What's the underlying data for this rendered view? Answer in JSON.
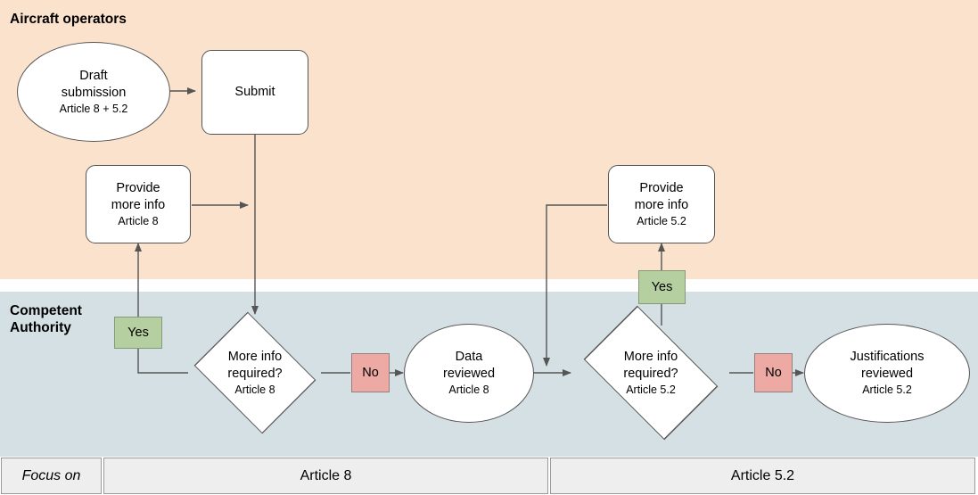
{
  "bands": {
    "operators": {
      "title": "Aircraft operators",
      "color": "#fbe2cc"
    },
    "authority": {
      "title": "Competent\nAuthority",
      "color": "#d4e0e3"
    }
  },
  "nodes": {
    "draft_submission": {
      "line1": "Draft",
      "line2": "submission",
      "sub": "Article 8 + 5.2",
      "shape": "ellipse"
    },
    "submit": {
      "line1": "Submit",
      "line2": "",
      "sub": "",
      "shape": "rounded-rect"
    },
    "provide_more_info_a8": {
      "line1": "Provide",
      "line2": "more info",
      "sub": "Article 8",
      "shape": "rounded-rect"
    },
    "provide_more_info_a52": {
      "line1": "Provide",
      "line2": "more info",
      "sub": "Article 5.2",
      "shape": "rounded-rect"
    },
    "decision_a8": {
      "line1": "More info",
      "line2": "required?",
      "sub": "Article 8",
      "shape": "diamond"
    },
    "decision_a52": {
      "line1": "More info",
      "line2": "required?",
      "sub": "Article 5.2",
      "shape": "diamond"
    },
    "data_reviewed": {
      "line1": "Data",
      "line2": "reviewed",
      "sub": "Article 8",
      "shape": "ellipse"
    },
    "justifications_reviewed": {
      "line1": "Justifications",
      "line2": "reviewed",
      "sub": "Article 5.2",
      "shape": "ellipse"
    }
  },
  "chips": {
    "yes_a8": {
      "label": "Yes",
      "color": "#b5cfa0"
    },
    "no_a8": {
      "label": "No",
      "color": "#eda9a4"
    },
    "yes_a52": {
      "label": "Yes",
      "color": "#b5cfa0"
    },
    "no_a52": {
      "label": "No",
      "color": "#eda9a4"
    }
  },
  "focus_bar": {
    "label": "Focus on",
    "segments": [
      {
        "label": "Article 8"
      },
      {
        "label": "Article 5.2"
      }
    ]
  }
}
